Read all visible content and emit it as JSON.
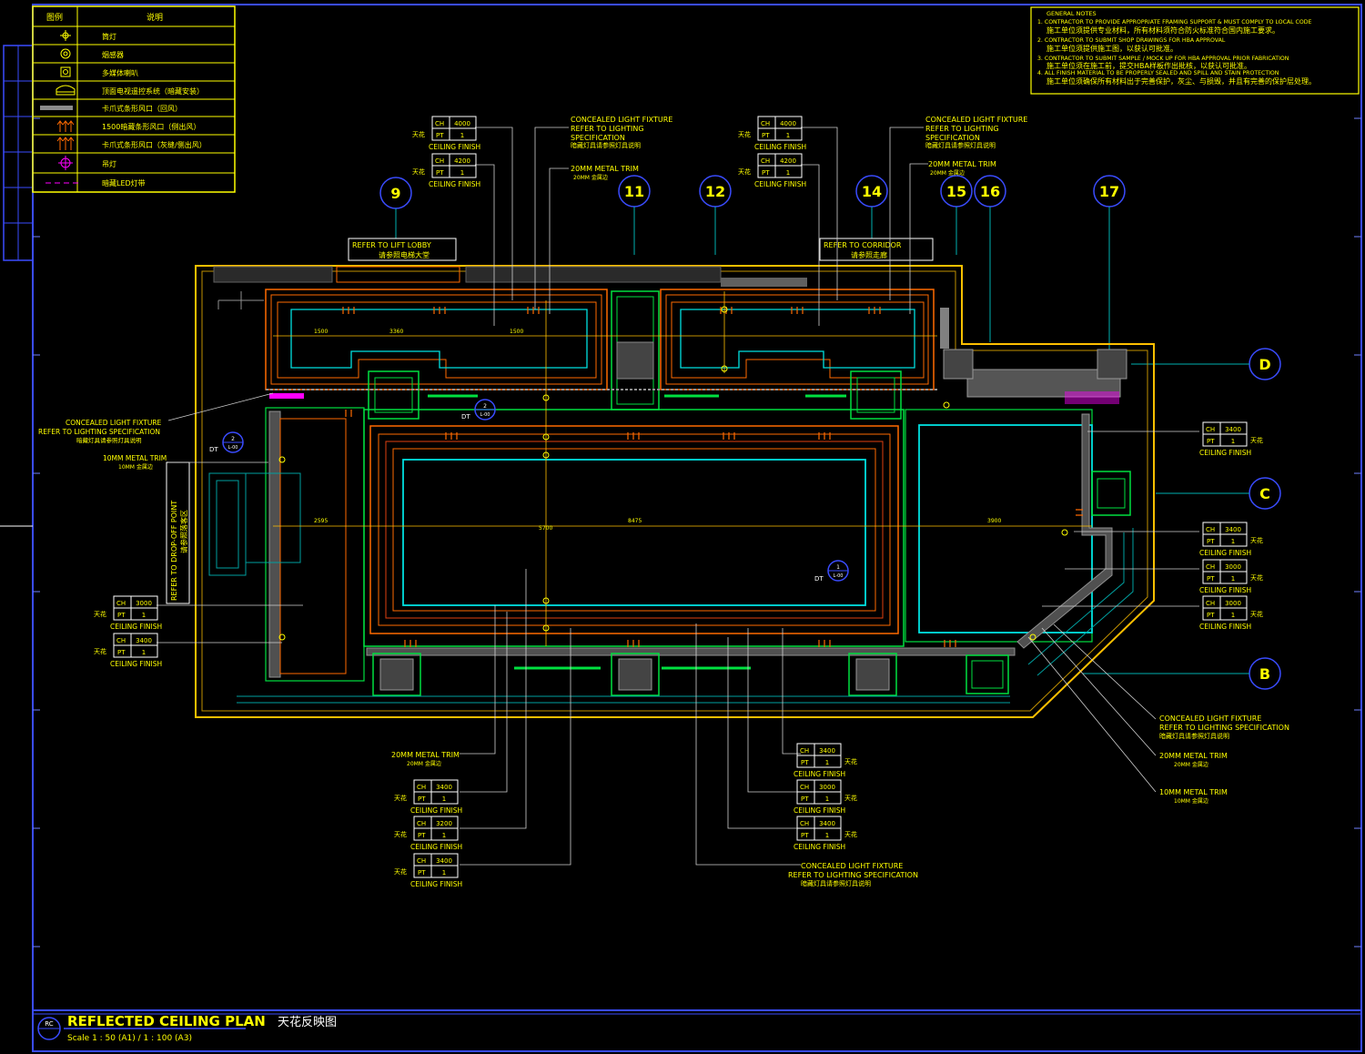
{
  "title": {
    "en": "REFLECTED CEILING PLAN",
    "cn": "天花反映图",
    "scale": "Scale 1 : 50 (A1) / 1 : 100 (A3)",
    "badge": "RC"
  },
  "legend": {
    "header": [
      "图例",
      "说明"
    ],
    "rows": [
      {
        "symbol": "downlight-icon",
        "label": "筒灯"
      },
      {
        "symbol": "smoke-detector-icon",
        "label": "烟感器"
      },
      {
        "symbol": "speaker-icon",
        "label": "多媒体喇叭"
      },
      {
        "symbol": "sprinkler-icon",
        "label": "顶面电视遥控系统（暗藏安装）"
      },
      {
        "symbol": "slot-diffuser-icon",
        "label": "卡爪式条形风口（回风）"
      },
      {
        "symbol": "supply-diffuser-icon",
        "label": "1500暗藏条形风口（侧出风）"
      },
      {
        "symbol": "return-diffuser-icon",
        "label": "卡爪式条形风口（灰缝/侧出风）"
      },
      {
        "symbol": "pendant-light-icon",
        "label": "吊灯"
      },
      {
        "symbol": "led-strip-icon",
        "label": "暗藏LED灯带"
      }
    ]
  },
  "notes": [
    "GENERAL NOTES",
    "1. CONTRACTOR TO PROVIDE APPROPRIATE FRAMING SUPPORT & MUST COMPLY TO LOCAL CODE",
    "施工单位须提供专业材料，所有材料须符合防火标准符合国内施工要求。",
    "2. CONTRACTOR TO SUBMIT SHOP DRAWINGS FOR HBA APPROVAL",
    "施工单位须提供施工图，以获认可批准。",
    "3. CONTRACTOR TO SUBMIT SAMPLE / MOCK UP FOR HBA APPROVAL PRIOR FABRICATION",
    "施工单位须在施工前，提交HBA样板作出批核，以获认可批准。",
    "4. ALL FINISH MATERIAL TO BE PROPERLY SEALED AND SPILL AND STAIN PROTECTION",
    "施工单位须确保所有材料出于完善保护，灰尘、与损毁，并且有完善的保护层处理。"
  ],
  "grid_bubbles": {
    "top": [
      "9",
      "11",
      "12",
      "14",
      "15",
      "16",
      "17"
    ],
    "right": [
      "D",
      "C",
      "B"
    ]
  },
  "refs": {
    "lift_lobby": "REFER TO LIFT LOBBY",
    "lift_lobby_cn": "请参照电梯大堂",
    "corridor": "REFER TO CORRIDOR",
    "corridor_cn": "请参照走廊",
    "drop_off": "REFER TO DROP-OFF POINT",
    "drop_off_cn": "请参照落客区"
  },
  "annotations": {
    "concealed_title": "CONCEALED LIGHT FIXTURE",
    "concealed_ref": "REFER TO LIGHTING SPECIFICATION",
    "concealed_cn": "暗藏灯具请参照灯具说明",
    "concealed_top_l2": "REFER TO LIGHTING",
    "concealed_top_l3": "SPECIFICATION",
    "trim20": "20MM METAL TRIM",
    "trim20_cn": "20MM 金属边",
    "trim10": "10MM METAL TRIM",
    "trim10_cn": "10MM 金属边",
    "ceiling_finish": "CEILING FINISH",
    "ceiling_finish_cn": "天花",
    "ch": "CH",
    "pt": "PT",
    "one": "1",
    "section_tag": "DT",
    "section_no_1": "1",
    "section_no_2": "2",
    "section_sheet": "L-00"
  },
  "ceiling_heights": [
    "4000",
    "4200",
    "3400",
    "3000",
    "3200"
  ],
  "dimensions": [
    "1500",
    "3360",
    "1500",
    "8475",
    "3900",
    "2595",
    "5700"
  ],
  "colors": {
    "background": "#000000",
    "frame": "#3a4cff",
    "wall": "#ffc000",
    "ceiling_orange": "#ff6a00",
    "ceiling_red": "#e04010",
    "ceiling_cyan": "#00e0e0",
    "bulkhead_green": "#00e040",
    "text_yellow": "#ffff00",
    "leader_white": "#d0d0d0",
    "magenta": "#ff00ff",
    "grey_fill": "#606060"
  }
}
